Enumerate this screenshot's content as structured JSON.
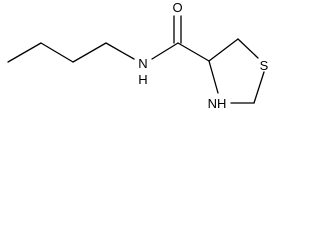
{
  "molecule": {
    "atoms": {
      "oxygen": "O",
      "amide_nitrogen": "N",
      "amide_hydrogen": "H",
      "ring_sulfur": "S",
      "ring_nh": "NH"
    },
    "bond_color": "#000000",
    "background": "#ffffff"
  }
}
